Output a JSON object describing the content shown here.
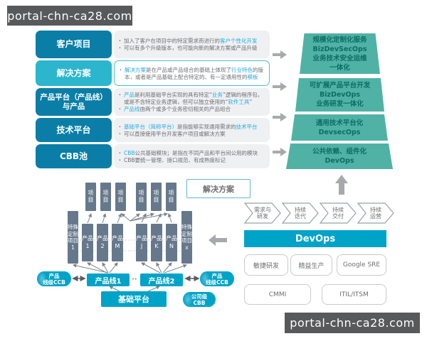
{
  "watermark": {
    "text": "portal-chn-ca28.com"
  },
  "left_panel": {
    "rows": [
      {
        "label": "客户项目",
        "bullets": [
          {
            "segments": [
              {
                "t": "加入了客户在项目中的特定需求而进行的"
              },
              {
                "t": "客户个性化开发",
                "hl": true
              }
            ]
          },
          {
            "segments": [
              {
                "t": "可以有多个升级版本，也可能向新的解决方案或产品升级"
              }
            ]
          }
        ]
      },
      {
        "label": "解决方案",
        "bullets": [
          {
            "segments": [
              {
                "t": "解决方案",
                "hl": true
              },
              {
                "t": "是在产品或产品组合的基础上体现了"
              },
              {
                "t": "行业特色",
                "hl": true
              },
              {
                "t": "的版本，或者是产品基础上配合特定的、有一定通用性的"
              },
              {
                "t": "模板",
                "hl": true
              }
            ]
          }
        ]
      },
      {
        "label": "产品平台（产品线）\n与产品",
        "bullets": [
          {
            "segments": [
              {
                "t": "产品",
                "hl": true
              },
              {
                "t": "是利用基础平台实现的具有特定“"
              },
              {
                "t": "业务",
                "hl": true
              },
              {
                "t": "”逻辑的程序包，或是不含特定业务逻辑，但可以独立使用的“"
              },
              {
                "t": "软件工具",
                "hl": true
              },
              {
                "t": "”"
              }
            ]
          },
          {
            "segments": [
              {
                "t": "产品线",
                "hl": true
              },
              {
                "t": "由两个或多个业务密切相关的产品组合"
              }
            ]
          }
        ]
      },
      {
        "label": "技术平台",
        "bullets": [
          {
            "segments": [
              {
                "t": "基础平台（简称平台）",
                "hl": true
              },
              {
                "t": "是指能够实现通用需求的"
              },
              {
                "t": "技术平台",
                "hl": true
              }
            ]
          },
          {
            "segments": [
              {
                "t": "可以直接使用平台开发客户项目或解决方案"
              }
            ]
          }
        ]
      },
      {
        "label": "CBB池",
        "bullets": [
          {
            "segments": [
              {
                "t": "CBB",
                "hl": true
              },
              {
                "t": "公共基础模块；是指在不同产品和平台间公用的模块"
              }
            ]
          },
          {
            "segments": [
              {
                "t": "CBB要统一管理、接口规范、有成熟度标记"
              }
            ]
          }
        ]
      }
    ]
  },
  "pyramid": {
    "segments": [
      {
        "text": "规模化定制化服务\nBizDevSecOps\n业务技术安全运维\n一体化"
      },
      {
        "text": "可扩展产品平台开发\nBizDevOps\n业务研发一体化"
      },
      {
        "text": "通用技术平台化\nDevsecOps"
      },
      {
        "text": "公共依赖、组件化\nDevOps"
      }
    ]
  },
  "solution_diagram": {
    "title": "解决方案",
    "project_boxes": [
      "项目",
      "项目",
      "项目",
      "项目",
      "项目",
      "项目"
    ],
    "special_left": "特殊定制项目1",
    "special_right": "特殊定制项目x",
    "products": [
      "产品1",
      "产品2",
      "产品M",
      "产品J",
      "产品K",
      "产品N"
    ],
    "product_line_1": "产品线1",
    "product_line_2": "产品线2",
    "dots": "··",
    "base_platform": "基础平台",
    "ccb_left": "产品\n线级CCB",
    "ccb_right": "产品\n线级CCB",
    "company_cbb": "公司级\nCBB"
  },
  "devops_panel": {
    "chevrons": [
      "需求与\n研发",
      "持续\n迭代",
      "持续\n交付",
      "持续\n运营"
    ],
    "devops_bar": "DevOps",
    "method_boxes_row1": [
      "敏捷研发",
      "精益生产",
      "Google SRE"
    ],
    "method_boxes_row2": [
      "CMMI",
      "ITIL/ITSM"
    ]
  },
  "colors": {
    "dark_teal_row": "#0a7ea6",
    "cyan_row": "#2cb6ce",
    "pyramid_green": "#50b2a5",
    "devops_teal": "#00a3c8",
    "slate_box": "#66788c",
    "highlight_text": "#29abe2",
    "body_text": "#6d6e71",
    "arrow_gray": "#a7a9ac",
    "watermark_bg": "#58595b"
  }
}
